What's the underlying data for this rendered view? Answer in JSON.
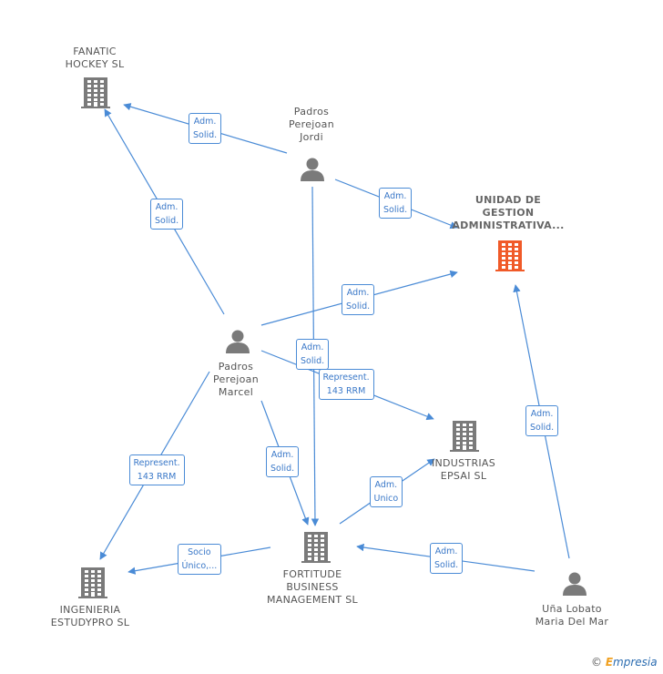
{
  "nodes": [
    {
      "id": "fanatic",
      "kind": "company",
      "label": "FANATIC\nHOCKEY SL",
      "highlight": false
    },
    {
      "id": "unidad",
      "kind": "company",
      "label": "UNIDAD DE\nGESTION\nADMINISTRATIVA...",
      "highlight": true
    },
    {
      "id": "industrias",
      "kind": "company",
      "label": "INDUSTRIAS\nEPSAI SL",
      "highlight": false
    },
    {
      "id": "fortitude",
      "kind": "company",
      "label": "FORTITUDE\nBUSINESS\nMANAGEMENT SL",
      "highlight": false
    },
    {
      "id": "ingenieria",
      "kind": "company",
      "label": "INGENIERIA\nESTUDYPRO SL",
      "highlight": false
    },
    {
      "id": "jordi",
      "kind": "person",
      "label": "Padros\nPerejoan\nJordi",
      "highlight": false
    },
    {
      "id": "marcel",
      "kind": "person",
      "label": "Padros\nPerejoan\nMarcel",
      "highlight": false
    },
    {
      "id": "una",
      "kind": "person",
      "label": "Uña Lobato\nMaria Del Mar",
      "highlight": false
    }
  ],
  "edges": [
    {
      "from": "jordi",
      "to": "fanatic",
      "label": "Adm.\nSolid."
    },
    {
      "from": "marcel",
      "to": "fanatic",
      "label": "Adm.\nSolid."
    },
    {
      "from": "jordi",
      "to": "unidad",
      "label": "Adm.\nSolid."
    },
    {
      "from": "marcel",
      "to": "unidad",
      "label": "Adm.\nSolid."
    },
    {
      "from": "jordi",
      "to": "fortitude",
      "label": "Adm.\nSolid."
    },
    {
      "from": "marcel",
      "to": "industrias",
      "label": "Represent.\n143 RRM"
    },
    {
      "from": "marcel",
      "to": "ingenieria",
      "label": "Represent.\n143 RRM"
    },
    {
      "from": "marcel",
      "to": "fortitude",
      "label": "Adm.\nSolid."
    },
    {
      "from": "fortitude",
      "to": "industrias",
      "label": "Adm.\nUnico"
    },
    {
      "from": "fortitude",
      "to": "ingenieria",
      "label": "Socio\nÚnico,..."
    },
    {
      "from": "una",
      "to": "fortitude",
      "label": "Adm.\nSolid."
    },
    {
      "from": "una",
      "to": "unidad",
      "label": "Adm.\nSolid."
    }
  ],
  "colors": {
    "edge": "#4a8bd6",
    "company": "#7a7a7a",
    "company_highlight": "#f05a28",
    "person": "#7a7a7a"
  },
  "icons": {
    "company": "building-icon",
    "person": "person-icon",
    "copyright": "copyright-icon"
  },
  "footer": {
    "copyright_symbol": "©",
    "brand_initial": "E",
    "brand_rest": "mpresia"
  }
}
